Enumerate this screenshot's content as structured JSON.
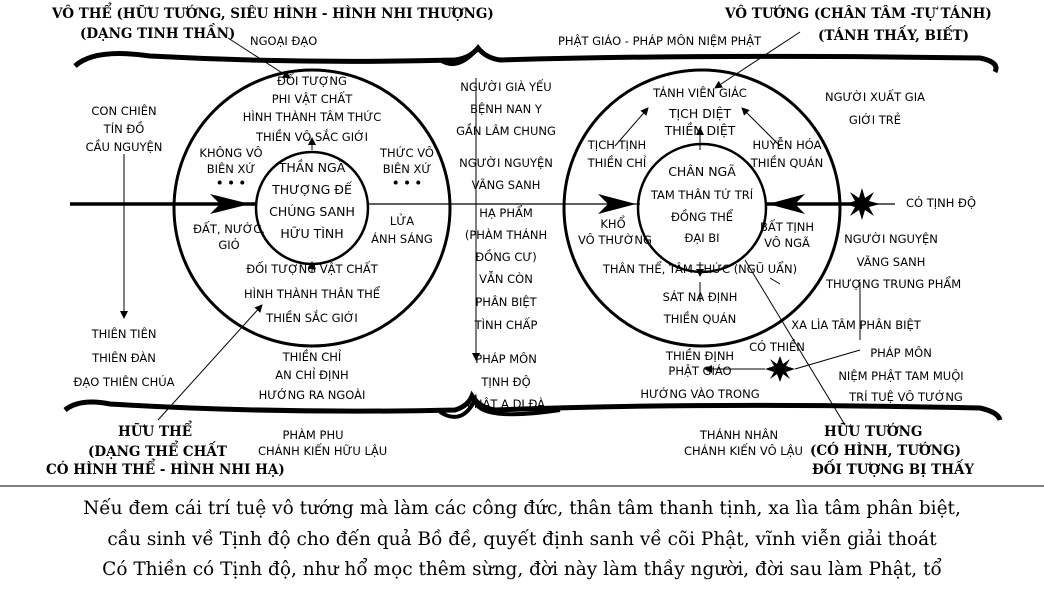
{
  "headers": {
    "top_left": "VÔ THỂ (HỮU TƯỚNG, SIÊU HÌNH - HÌNH NHI THƯỢNG)",
    "top_left_sub": "(DẠNG TINH THẦN)",
    "top_right": "VÔ TƯỚNG (CHÂN TÂM -TỰ TÁNH)",
    "top_right_sub": "(TÁNH THẤY, BIẾT)",
    "bottom_left": "HỮU THỂ",
    "bottom_left_sub": "(DẠNG THỂ CHẤT",
    "bottom_left_sub2": "CÓ HÌNH THỂ - HÌNH NHI HẠ)",
    "bottom_right": "HỮU TƯỚNG",
    "bottom_right_sub": "(CÓ HÌNH, TƯỚNG)",
    "bottom_right_sub2": "ĐỐI TƯỢNG BỊ THẤY"
  },
  "banners": {
    "top_left": "NGOẠI ĐẠO",
    "top_right": "PHẬT GIÁO - PHÁP MÔN NIỆM PHẬT",
    "bottom_left": [
      "PHÀM PHU",
      "CHÁNH KIẾN HỮU LẬU"
    ],
    "bottom_right": [
      "THÁNH NHÂN",
      "CHÁNH KIẾN VÔ LẬU"
    ]
  },
  "left_side": {
    "believers": [
      "CON CHIÊN",
      "TÍN ĐỒ",
      "CẦU NGUYỆN"
    ],
    "heaven": [
      "THIÊN TIÊN",
      "THIÊN ĐÀN",
      "ĐẠO THIÊN CHÚA"
    ]
  },
  "left_circle": {
    "top": [
      "ĐỐI TƯỢNG",
      "PHI VẬT CHẤT",
      "HÌNH THÀNH TÂM THỨC",
      "THIỀN VÔ SẮC GIỚI"
    ],
    "left_top": [
      "KHÔNG VÔ",
      "BIÊN XỨ",
      "• • •"
    ],
    "right_top": [
      "THỨC VÔ",
      "BIÊN XỨ",
      "• • •"
    ],
    "center": [
      "THẦN NGÃ",
      "THƯỢNG ĐẾ",
      "CHÚNG SANH",
      "HỮU TÌNH"
    ],
    "left_bottom": [
      "ĐẤT, NƯỚC,",
      "GIÓ"
    ],
    "right_bottom": [
      "LỬA",
      "ÁNH SÁNG"
    ],
    "bottom": [
      "ĐỐI TƯỢNG VẬT CHẤT",
      "HÌNH THÀNH THÂN THỂ",
      "THIỀN SẮC GIỚI"
    ],
    "below": [
      "THIỀN CHỈ",
      "AN CHỈ ĐỊNH",
      "HƯỚNG RA NGOÀI"
    ]
  },
  "middle": {
    "column": [
      "NGƯỜI GIÀ YẾU",
      "BỆNH NAN Y",
      "GẦN LÂM CHUNG",
      "NGƯỜI NGUYỆN",
      "VÃNG SANH",
      "HẠ PHẨM",
      "(PHÀM THÁNH",
      "ĐỒNG CƯ)",
      "VẪN CÒN",
      "PHÂN BIỆT",
      "TÌNH CHẤP"
    ],
    "dharma": [
      "PHÁP MÔN",
      "TỊNH ĐỘ",
      "PHẬT A DI ĐÀ"
    ]
  },
  "right_circle": {
    "top": [
      "TÁNH VIÊN GIÁC",
      "TỊCH DIỆT",
      "THIỀN DIỆT"
    ],
    "left_top": [
      "TỊCH TỊNH",
      "THIỀN CHỈ"
    ],
    "right_top": [
      "HUYỄN HÓA",
      "THIỀN QUÁN"
    ],
    "center": [
      "CHÂN NGÃ",
      "TAM THÂN TỨ TRÍ",
      "ĐỒNG THỂ",
      "ĐẠI BI"
    ],
    "left_bottom": [
      "KHỔ",
      "VÔ THƯỜNG"
    ],
    "right_bottom": [
      "BẤT TỊNH",
      "VÔ NGÃ"
    ],
    "bottom": [
      "THÂN THỂ, TÂM  THỨC (NGŨ UẨN)",
      "SÁT NA ĐỊNH",
      "THIỀN QUÁN"
    ],
    "below": [
      "THIỀN ĐỊNH",
      "PHẬT GIÁO",
      "HƯỚNG VÀO TRONG"
    ]
  },
  "right_side": {
    "monk": [
      "NGƯỜI XUẤT GIA",
      "GIỚI TRẺ"
    ],
    "pure_land": "CÓ TỊNH ĐỘ",
    "aspire": [
      "NGƯỜI NGUYỆN",
      "VÃNG SANH",
      "THƯỢNG TRUNG PHẨM"
    ],
    "detach": "XA LÌA TÂM PHÂN BIỆT",
    "zen": "CÓ  THIỀN",
    "method": [
      "PHÁP MÔN",
      "NIỆM PHẬT TAM MUỘI",
      "TRÍ TUỆ VÔ TƯỚNG"
    ]
  },
  "caption": [
    "Nếu đem cái trí tuệ vô tướng mà làm các công đức, thân tâm thanh tịnh, xa lìa tâm phân biệt,",
    "cầu sinh về Tịnh độ cho đến quả Bồ đề, quyết định sanh về cõi Phật, vĩnh viễn giải thoát",
    "Có Thiền có Tịnh độ, như hổ mọc thêm sừng, đời này làm thầy người, đời sau làm Phật, tổ"
  ]
}
